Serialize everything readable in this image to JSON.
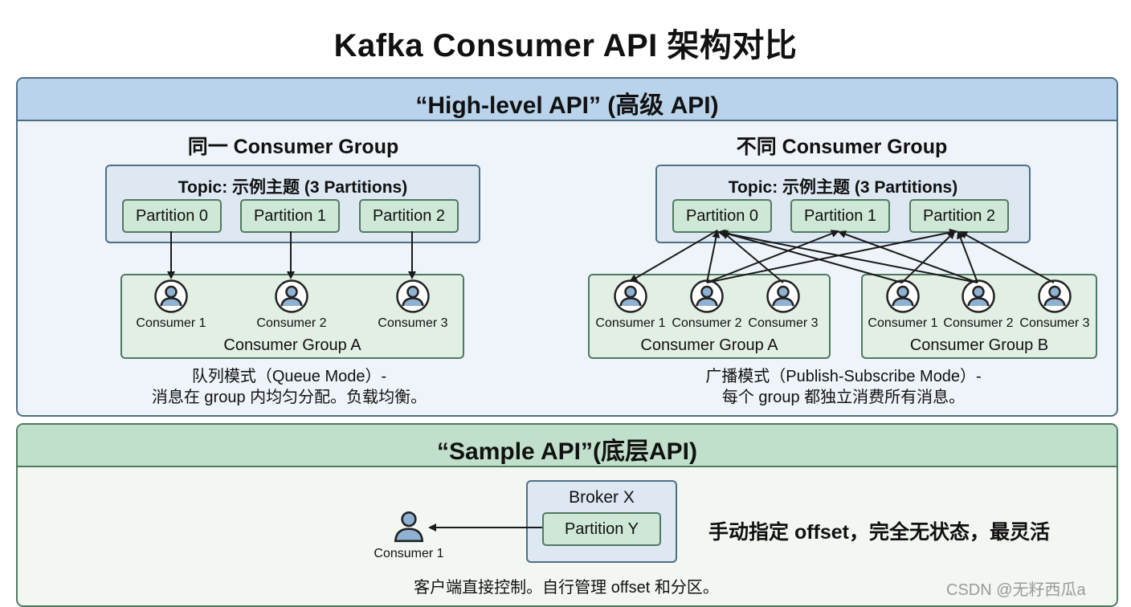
{
  "title": "Kafka Consumer API 架构对比",
  "high_level": {
    "header": "“High-level API” (高级 API)",
    "same_group": {
      "heading": "同一 Consumer Group",
      "topic": "Topic: 示例主题 (3 Partitions)",
      "partitions": [
        "Partition 0",
        "Partition 1",
        "Partition 2"
      ],
      "consumers": [
        "Consumer 1",
        "Consumer 2",
        "Consumer 3"
      ],
      "group_label": "Consumer Group A",
      "desc_line1": "队列模式（Queue Mode）-",
      "desc_line2": "消息在 group 内均匀分配。负载均衡。"
    },
    "diff_group": {
      "heading": "不同 Consumer Group",
      "topic": "Topic: 示例主题 (3 Partitions)",
      "partitions": [
        "Partition 0",
        "Partition 1",
        "Partition 2"
      ],
      "group_a": {
        "label": "Consumer Group A",
        "consumers": [
          "Consumer 1",
          "Consumer 2",
          "Consumer 3"
        ]
      },
      "group_b": {
        "label": "Consumer Group B",
        "consumers": [
          "Consumer 1",
          "Consumer 2",
          "Consumer 3"
        ]
      },
      "desc_line1": "广播模式（Publish-Subscribe Mode）-",
      "desc_line2": "每个 group 都独立消费所有消息。"
    }
  },
  "sample": {
    "header": "“Sample API”(底层API)",
    "broker": "Broker X",
    "partition": "Partition Y",
    "consumer": "Consumer 1",
    "note": "手动指定 offset，完全无状态，最灵活",
    "desc": "客户端直接控制。自行管理 offset 和分区。"
  },
  "watermark": "CSDN @无籽西瓜a",
  "colors": {
    "high_band": "#b9d3ea",
    "sample_band": "#c1e0cb",
    "partition_fill": "#cfe7d7",
    "consumer_icon": "#8fb1d2"
  }
}
